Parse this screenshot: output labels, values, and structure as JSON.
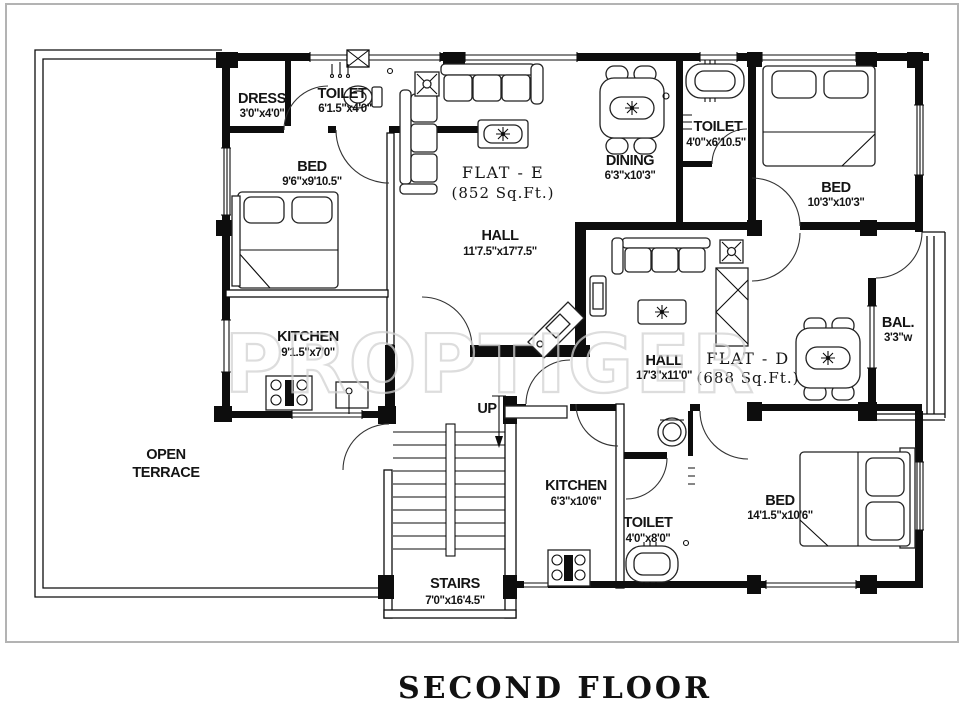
{
  "title": "SECOND FLOOR",
  "watermark": "PROPTIGER",
  "flats": {
    "e": {
      "name": "FLAT - E",
      "area": "(852 Sq.Ft.)"
    },
    "d": {
      "name": "FLAT - D",
      "area": "(688 Sq.Ft.)"
    }
  },
  "rooms": {
    "dress": {
      "label": "DRESS",
      "dim": "3'0\"x4'0\""
    },
    "toilet_e1": {
      "label": "TOILET",
      "dim": "6'1.5\"x4'0\""
    },
    "bed_e": {
      "label": "BED",
      "dim": "9'6\"x9'10.5\""
    },
    "hall_e": {
      "label": "HALL",
      "dim": "11'7.5\"x17'7.5\""
    },
    "dining_e": {
      "label": "DINING",
      "dim": "6'3\"x10'3\""
    },
    "toilet_e2": {
      "label": "TOILET",
      "dim": "4'0\"x6'10.5\""
    },
    "bed_e2": {
      "label": "BED",
      "dim": "10'3\"x10'3\""
    },
    "kitchen_e": {
      "label": "KITCHEN",
      "dim": "9'1.5\"x7'0\""
    },
    "hall_d": {
      "label": "HALL",
      "dim": "17'3\"x11'0\""
    },
    "balcony": {
      "label": "BAL.",
      "dim": "3'3\"w"
    },
    "kitchen_d": {
      "label": "KITCHEN",
      "dim": "6'3\"x10'6\""
    },
    "toilet_d": {
      "label": "TOILET",
      "dim": "4'0\"x8'0\""
    },
    "bed_d": {
      "label": "BED",
      "dim": "14'1.5\"x10'6\""
    },
    "stairs": {
      "label": "STAIRS",
      "dim": "7'0\"x16'4.5\""
    },
    "terrace": {
      "line1": "OPEN",
      "line2": "TERRACE"
    },
    "up": "UP"
  }
}
